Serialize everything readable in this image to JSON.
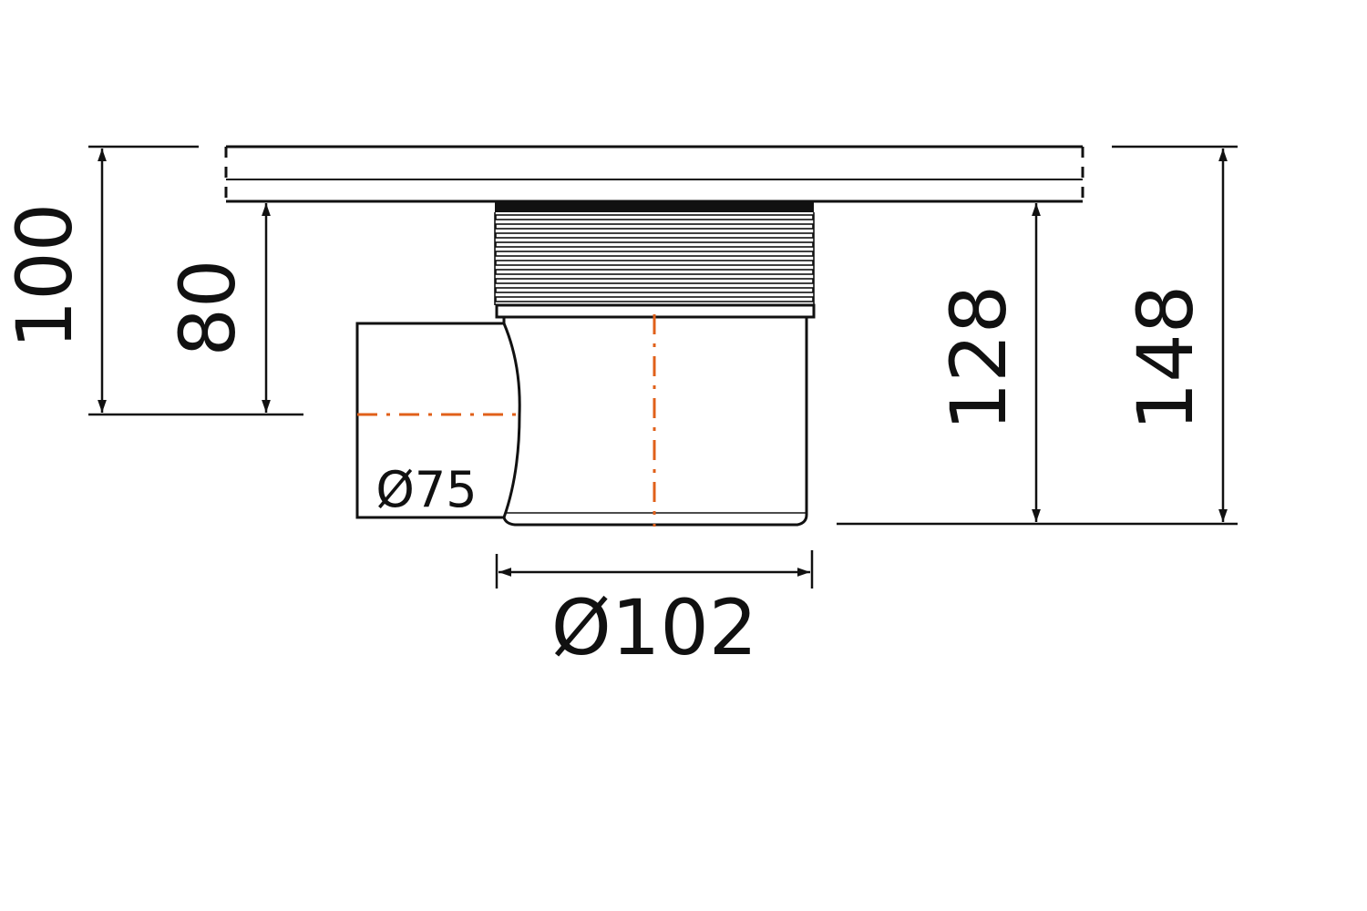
{
  "drawing": {
    "colors": {
      "line": "#111111",
      "centerline": "#e0601a",
      "background": "#ffffff"
    },
    "dimensions": {
      "total_height_plate": "100",
      "height_below_plate": "80",
      "body_height": "128",
      "total_height": "148",
      "body_diameter": "Ø102",
      "outlet_diameter": "Ø75"
    }
  }
}
